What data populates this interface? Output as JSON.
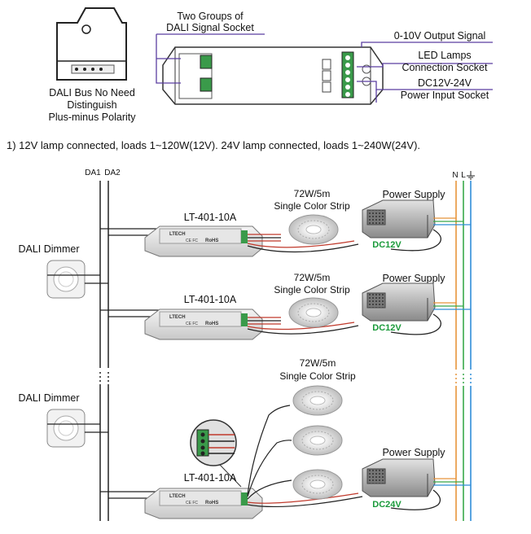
{
  "top": {
    "caption_left": [
      "DALI Bus No Need",
      "Distinguish",
      "Plus-minus Polarity"
    ],
    "sockets_label": [
      "Two Groups of",
      "DALI Signal Socket"
    ],
    "output_label": "0-10V Output Signal",
    "led_label": [
      "LED Lamps",
      "Connection Socket"
    ],
    "power_label": [
      "DC12V-24V",
      "Power Input Socket"
    ]
  },
  "note": "1) 12V lamp connected, loads 1~120W(12V). 24V lamp connected, loads 1~240W(24V).",
  "bus": {
    "da1": "DA1",
    "da2": "DA2",
    "n": "N",
    "l": "L"
  },
  "rows": [
    {
      "controller": "LT-401-10A",
      "strip": [
        "72W/5m",
        "Single Color Strip"
      ],
      "psu": "Power Supply",
      "voltage": "DC12V",
      "dimmer": "DALI Dimmer"
    },
    {
      "controller": "LT-401-10A",
      "strip": [
        "72W/5m",
        "Single Color Strip"
      ],
      "psu": "Power Supply",
      "voltage": "DC12V"
    },
    {
      "controller": "LT-401-10A",
      "strip": [
        "72W/5m",
        "Single Color Strip"
      ],
      "psu": "Power Supply",
      "voltage": "DC24V",
      "dimmer": "DALI Dimmer"
    }
  ],
  "device": {
    "brand": "LTECH",
    "rohs": "RoHS",
    "ce": "CE FC"
  },
  "colors": {
    "wire_orange": "#e8953a",
    "wire_green": "#39a84a",
    "wire_blue": "#2f8ed8",
    "wire_purple": "#5a3ea0",
    "dc_green": "#1a9a3a"
  }
}
